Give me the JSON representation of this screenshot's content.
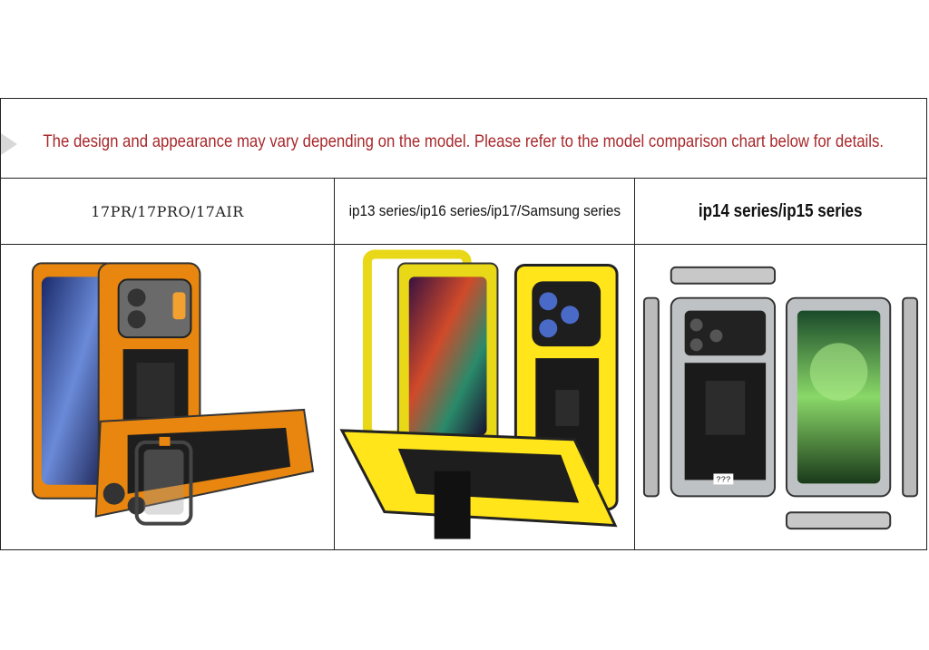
{
  "notice": {
    "text": "The design and appearance may vary depending on the model. Please refer to the model comparison chart below for details."
  },
  "columns": [
    {
      "label": "17PR/17PRO/17AIR",
      "color_name": "orange",
      "accent": "#e8860f"
    },
    {
      "label": "ip13 series/ip16 series/ip17/Samsung series",
      "color_name": "yellow",
      "accent": "#ffe51a"
    },
    {
      "label": "ip14 series/ip15 series",
      "color_name": "silver",
      "accent": "#bfc2c4"
    }
  ],
  "silver_case": {
    "badge_text": "???"
  }
}
